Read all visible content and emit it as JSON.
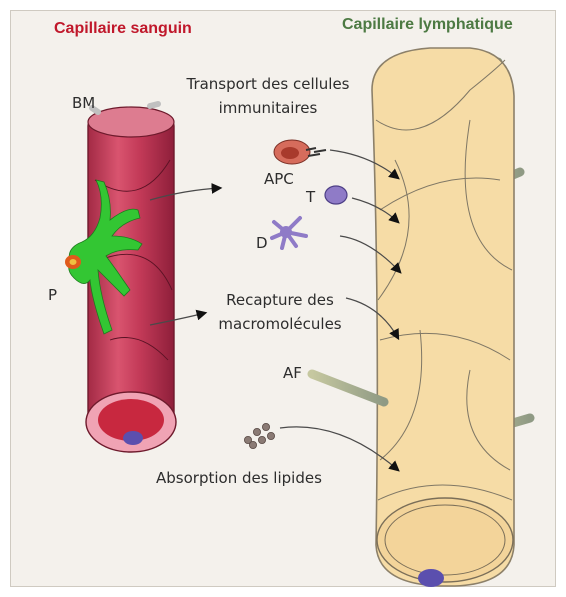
{
  "colors": {
    "blood_title": "#c0182b",
    "lymph_title": "#4d7a43",
    "blood_vessel": "#c93e5a",
    "lymph_vessel": "#f6dca6",
    "pericyte": "#33c633",
    "nucleus": "#5b4fae",
    "fibers": "#a8b48a"
  },
  "titles": {
    "blood": "Capillaire sanguin",
    "lymph": "Capillaire lymphatique"
  },
  "labels": {
    "bm": "BM",
    "p": "P",
    "apc": "APC",
    "t": "T",
    "d": "D",
    "af": "AF"
  },
  "captions": {
    "transport_line1": "Transport des cellules",
    "transport_line2": "immunitaires",
    "recapture_line1": "Recapture des",
    "recapture_line2": "macromolécules",
    "lipids": "Absorption des lipides"
  }
}
